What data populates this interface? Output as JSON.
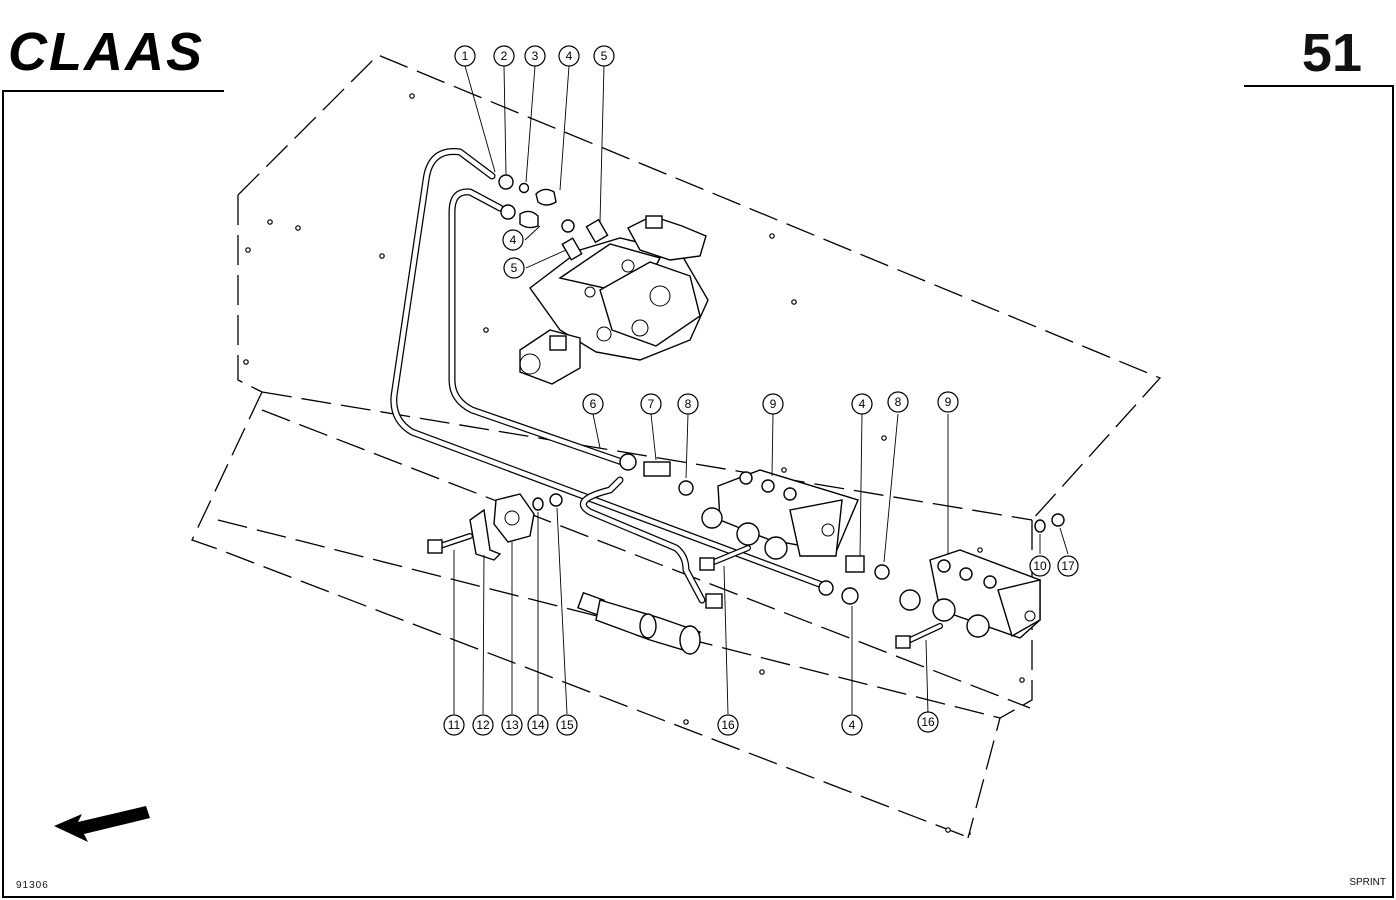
{
  "brand": {
    "logo_text": "CLAAS"
  },
  "page_number": "51",
  "document_number": "91306",
  "model_name": "SPRINT",
  "icons": {
    "direction": "direction-arrow-icon"
  },
  "callouts": [
    {
      "label": "1"
    },
    {
      "label": "2"
    },
    {
      "label": "3"
    },
    {
      "label": "4"
    },
    {
      "label": "5"
    },
    {
      "label": "4"
    },
    {
      "label": "5"
    },
    {
      "label": "6"
    },
    {
      "label": "7"
    },
    {
      "label": "8"
    },
    {
      "label": "9"
    },
    {
      "label": "4"
    },
    {
      "label": "8"
    },
    {
      "label": "9"
    },
    {
      "label": "10"
    },
    {
      "label": "17"
    },
    {
      "label": "11"
    },
    {
      "label": "12"
    },
    {
      "label": "13"
    },
    {
      "label": "14"
    },
    {
      "label": "15"
    },
    {
      "label": "16"
    },
    {
      "label": "4"
    },
    {
      "label": "16"
    }
  ]
}
